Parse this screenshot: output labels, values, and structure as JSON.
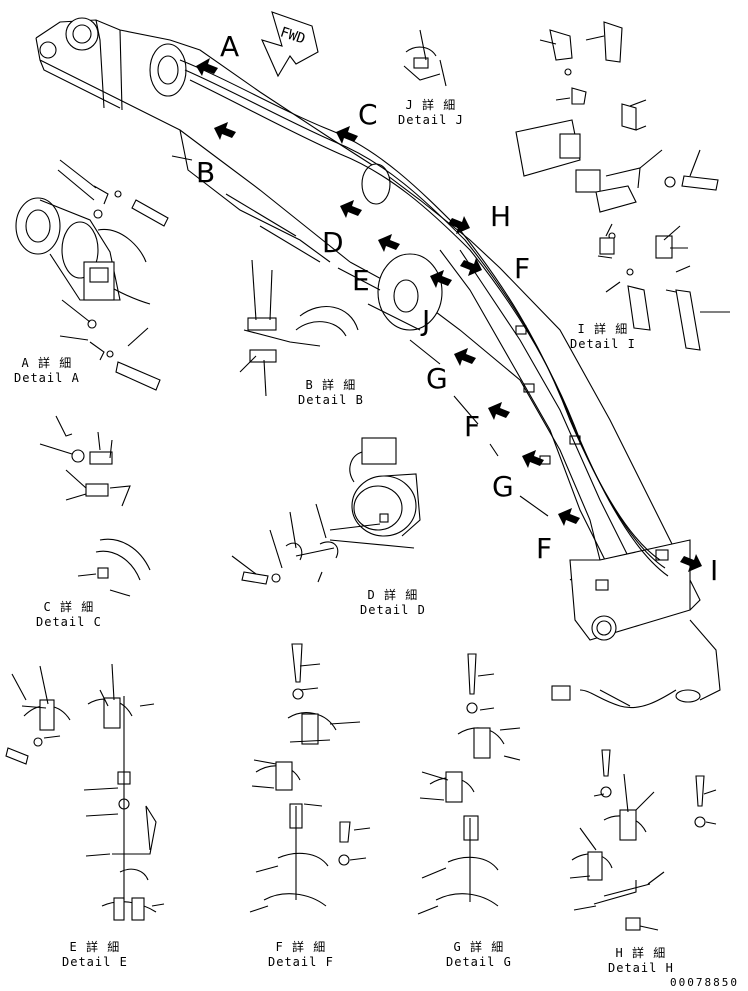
{
  "fwd": "FWD",
  "callouts": {
    "A": "A",
    "B": "B",
    "C": "C",
    "D": "D",
    "E": "E",
    "H": "H",
    "F1": "F",
    "F2": "F",
    "F3": "F",
    "G1": "G",
    "G2": "G",
    "I": "I",
    "J": "J"
  },
  "details": {
    "A": {
      "jp": "A 詳 細",
      "en": "Detail A"
    },
    "B": {
      "jp": "B 詳 細",
      "en": "Detail B"
    },
    "C": {
      "jp": "C 詳 細",
      "en": "Detail C"
    },
    "D": {
      "jp": "D 詳 細",
      "en": "Detail D"
    },
    "E": {
      "jp": "E 詳 細",
      "en": "Detail E"
    },
    "F": {
      "jp": "F 詳 細",
      "en": "Detail F"
    },
    "G": {
      "jp": "G 詳 細",
      "en": "Detail G"
    },
    "H": {
      "jp": "H 詳 細",
      "en": "Detail H"
    },
    "I": {
      "jp": "I 詳 細",
      "en": "Detail I"
    },
    "J": {
      "jp": "J 詳 細",
      "en": "Detail J"
    }
  },
  "doc_number": "00078850"
}
